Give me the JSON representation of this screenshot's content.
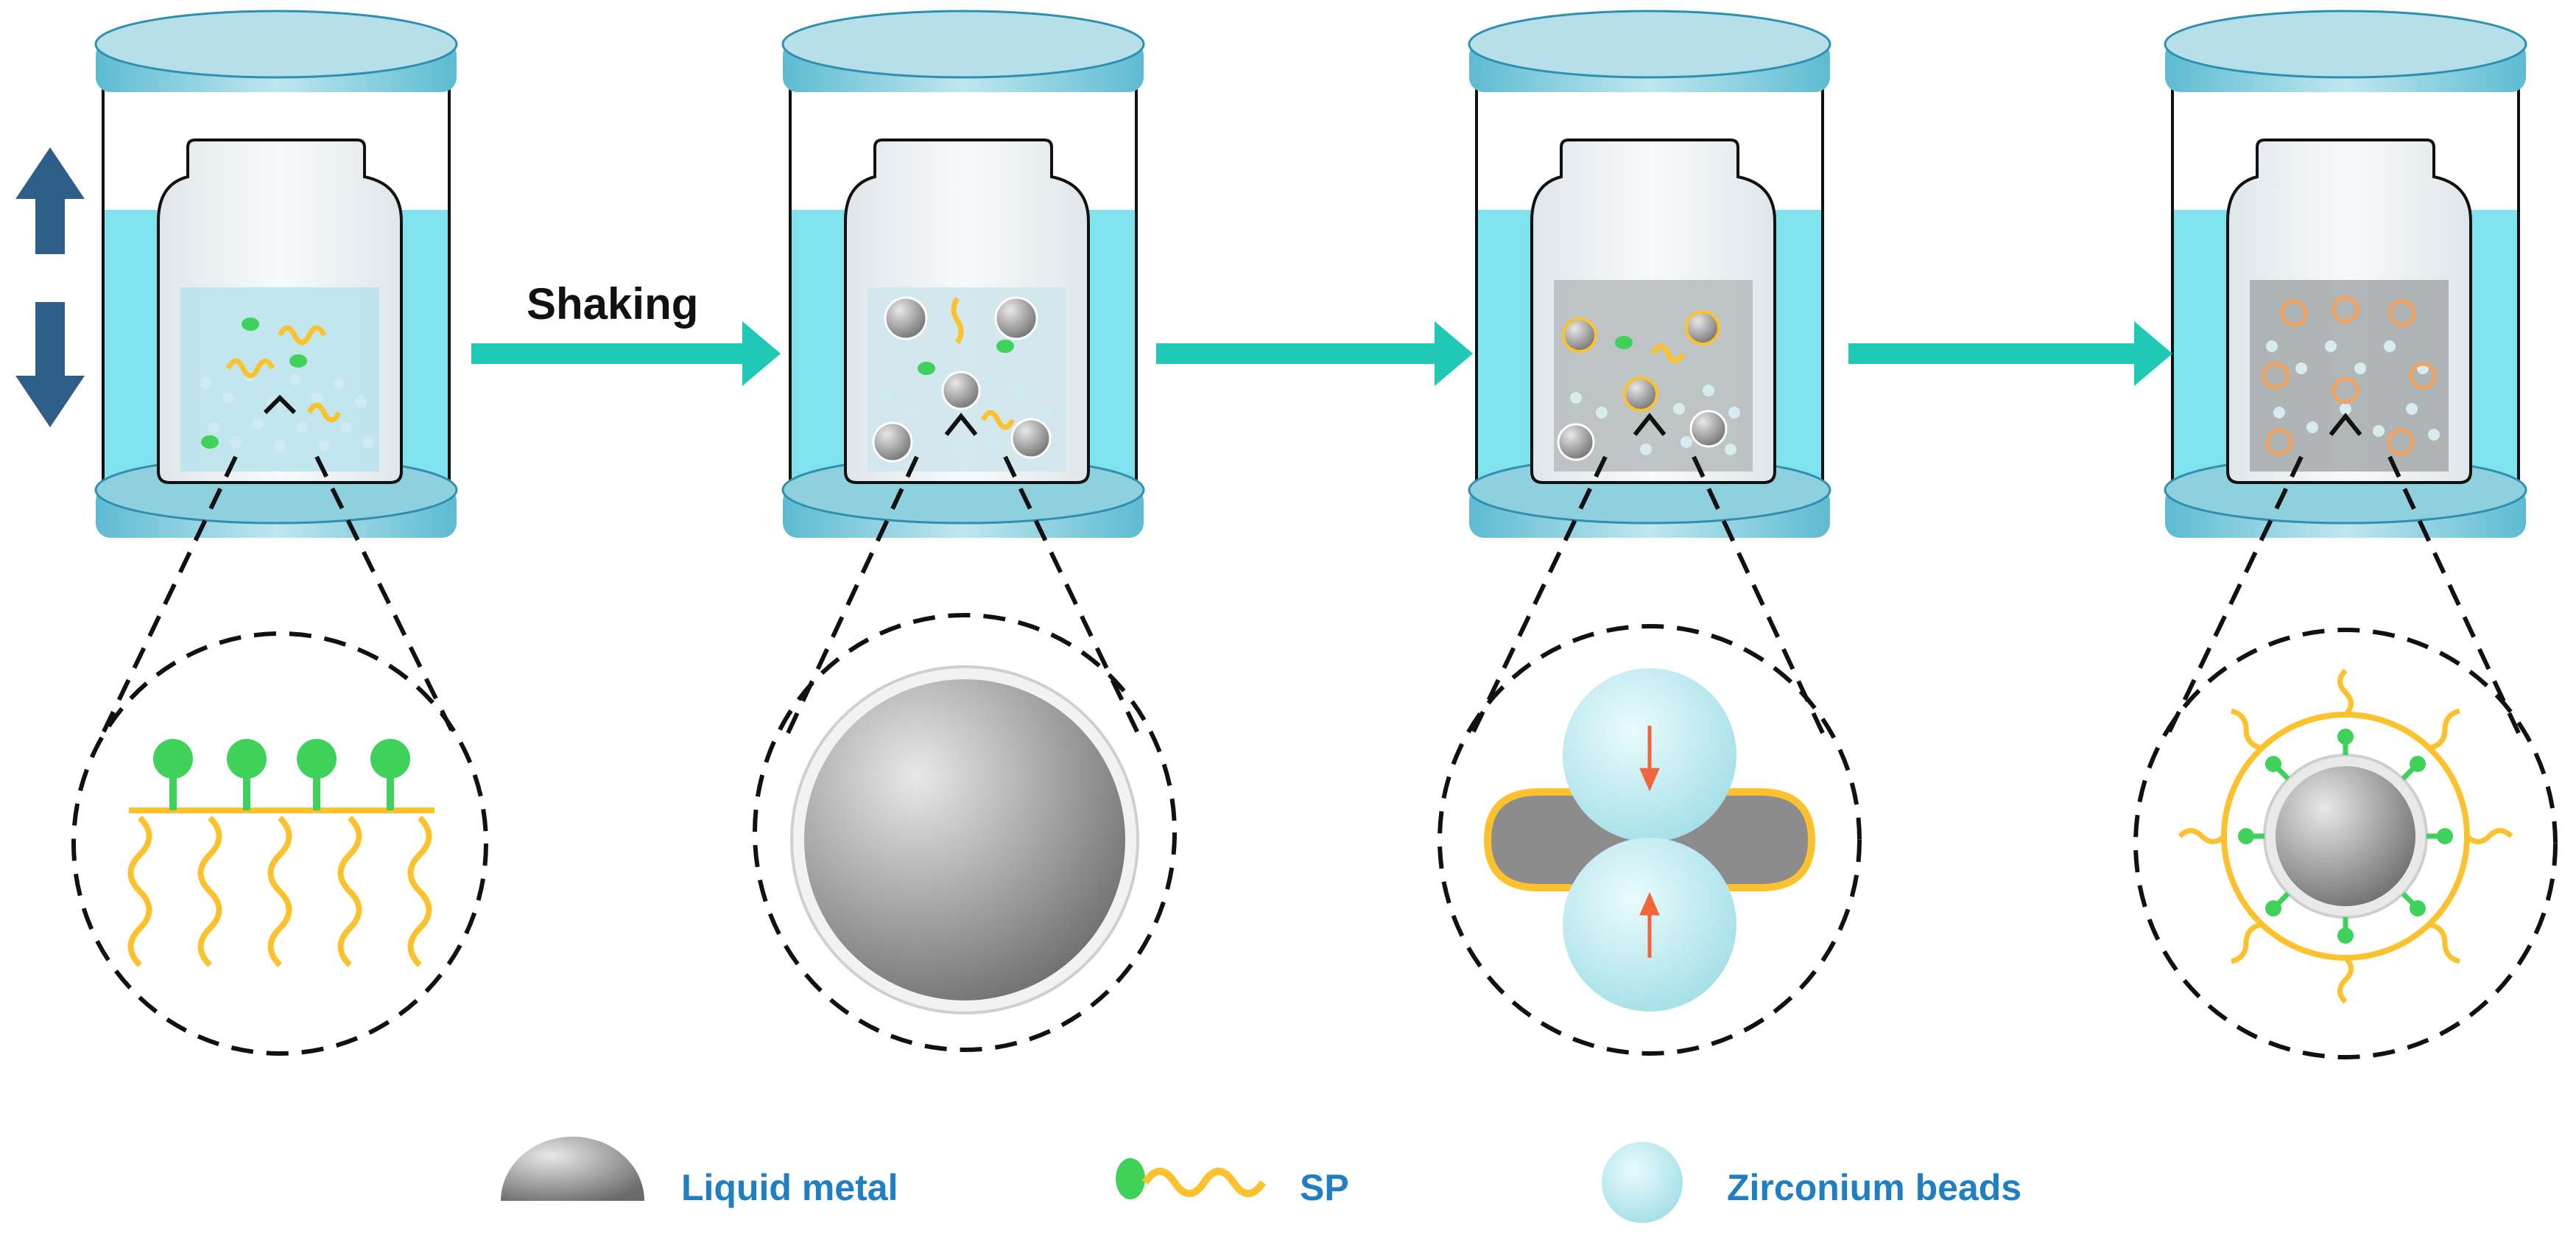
{
  "step_label": "Shaking",
  "legend": [
    {
      "label": "Liquid metal",
      "icon": "liquid-metal-drop-icon"
    },
    {
      "label": "SP",
      "icon": "surfactant-polymer-icon"
    },
    {
      "label": "Zirconium beads",
      "icon": "zirconium-bead-icon"
    }
  ],
  "colors": {
    "water": "#7fe3ee",
    "platform": "#8fd0df",
    "arrow": "#1fc9b5",
    "motion_arrow": "#2f5e88",
    "head": "#3fd25a",
    "chain": "#fbc22d",
    "metal": "#9a9a9a",
    "bead": "#bfeef2",
    "force_arrow": "#f0663a",
    "legend_text": "#1f7fc2"
  }
}
